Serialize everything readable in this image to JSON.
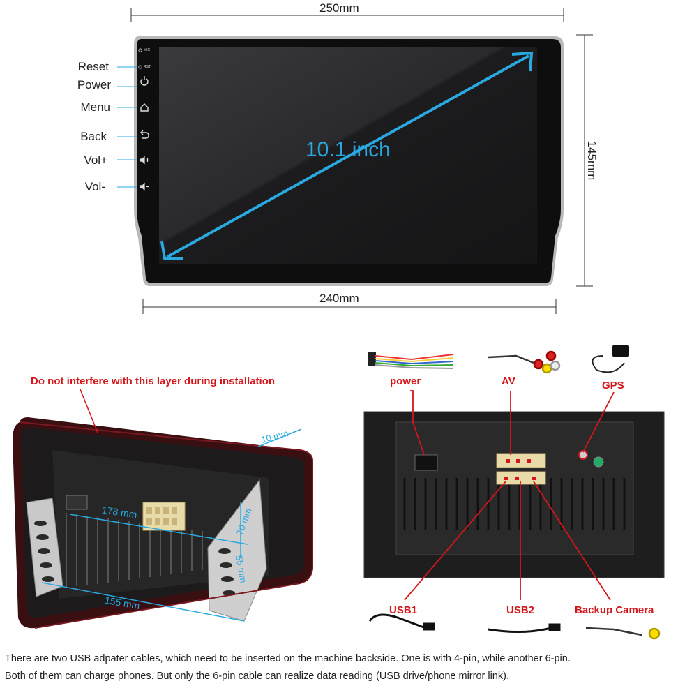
{
  "top_dims": {
    "width_outer": "250mm",
    "width_inner": "240mm",
    "height": "145mm",
    "diagonal": "10.1 inch"
  },
  "side_buttons": [
    {
      "label": "Reset",
      "icon": "reset-hole-icon"
    },
    {
      "label": "Power",
      "icon": "power-icon"
    },
    {
      "label": "Menu",
      "icon": "home-icon"
    },
    {
      "label": "Back",
      "icon": "back-arrow-icon"
    },
    {
      "label": "Vol+",
      "icon": "volume-up-icon"
    },
    {
      "label": "Vol-",
      "icon": "volume-down-icon"
    }
  ],
  "bezel_labels": {
    "mic": "MIC",
    "rst": "RST"
  },
  "install_view": {
    "warning": "Do not interfere with this layer during installation",
    "dim_depth": "10 mm",
    "dim_width": "178 mm",
    "dim_height": "70 mm",
    "dim_side": "55 mm",
    "dim_bottom": "155 mm"
  },
  "connectors": {
    "power": "power",
    "av": "AV",
    "gps": "GPS",
    "usb1": "USB1",
    "usb2": "USB2",
    "backup_camera": "Backup Camera"
  },
  "footer": {
    "line1": "There are two USB adpater cables, which need to be inserted on the machine backside. One is with 4-pin, while another 6-pin.",
    "line2": "Both of them can charge phones. But only the 6-pin cable can realize data reading (USB drive/phone mirror link)."
  },
  "colors": {
    "accent": "#29a9e0",
    "red": "#d4161c"
  }
}
